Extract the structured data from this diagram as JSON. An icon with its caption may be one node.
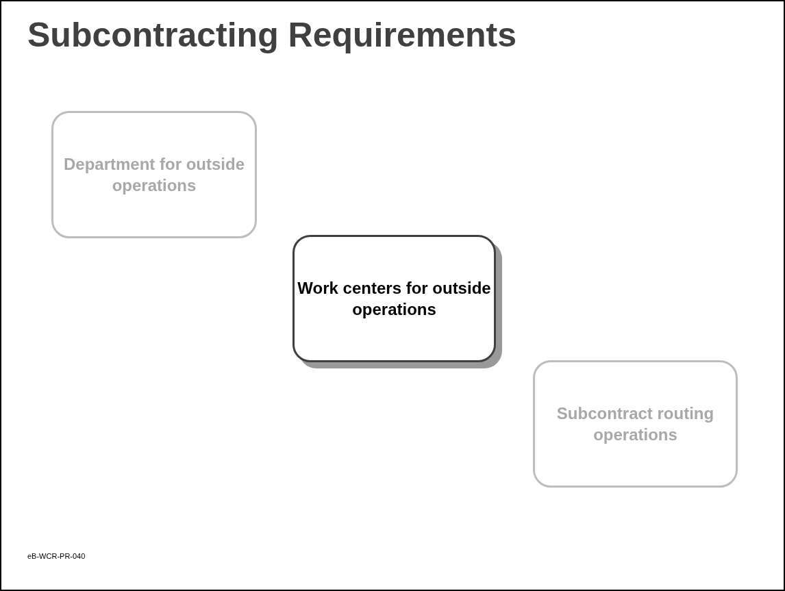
{
  "diagram": {
    "title": "Subcontracting Requirements",
    "nodes": [
      {
        "text": [
          "Department for outside operations"
        ]
      },
      {
        "text": [
          "Work centers for outside operations"
        ]
      },
      {
        "text": [
          "Subcontract routing operations"
        ]
      }
    ],
    "labels": [
      "eB-WCR-PR-040"
    ]
  }
}
